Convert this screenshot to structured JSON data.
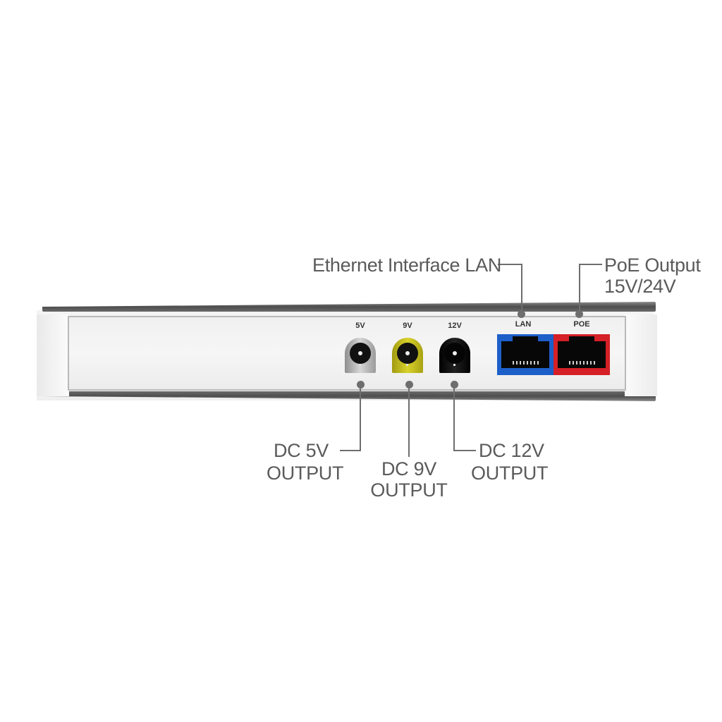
{
  "diagram": {
    "subject": "Power / PoE adapter rear port panel",
    "callouts": {
      "ethernet_lan": "Ethernet Interface LAN",
      "poe_output_line1": "PoE Output",
      "poe_output_line2": "15V/24V",
      "dc5_line1": "DC 5V",
      "dc5_line2": "OUTPUT",
      "dc9_line1": "DC 9V",
      "dc9_line2": "OUTPUT",
      "dc12_line1": "DC 12V",
      "dc12_line2": "OUTPUT"
    },
    "ports": [
      {
        "id": "dc5",
        "label": "5V",
        "type": "dc-barrel",
        "color": "#a9a9a9"
      },
      {
        "id": "dc9",
        "label": "9V",
        "type": "dc-barrel",
        "color": "#c8c21a"
      },
      {
        "id": "dc12",
        "label": "12V",
        "type": "dc-barrel",
        "color": "#0d0d0d"
      },
      {
        "id": "lan",
        "label": "LAN",
        "type": "rj45",
        "color": "#1d5fc9"
      },
      {
        "id": "poe",
        "label": "POE",
        "type": "rj45",
        "color": "#d42026"
      }
    ],
    "colors": {
      "leader_line": "#6e6e6e",
      "callout_text": "#5a5a5a",
      "device_body": "#f4f4f4",
      "rail": "#555555"
    }
  }
}
